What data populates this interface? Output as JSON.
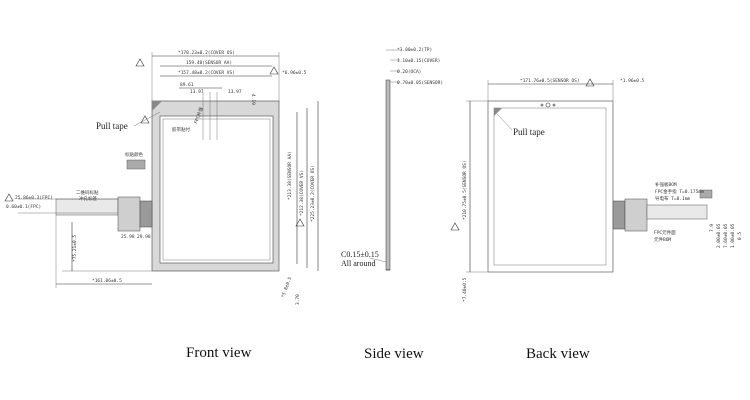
{
  "front": {
    "title": "Front view",
    "pull_tape": "Pull tape",
    "dims": {
      "cover_os_w": "*170.23±0.2(COVER OS)",
      "sensor_aa_w": "159.48(SENSOR AA)",
      "cover_vs_w": "*157.48±0.2(COVER VS)",
      "offset_r": "*6.96±0.5",
      "d1": "89.61",
      "d2": "13.97",
      "d3": "13.97",
      "d4": "4.19",
      "sensor_aa_h": "*213.38(SENSOR AA)",
      "cover_vs_h": "*212.38(COVER VS)",
      "cover_os_h": "*225.23±0.2(COVER OS)",
      "fpc_top": "25.86±0.3(FPC)",
      "fpc_thk": "0.60±0.1(FPC)",
      "fpc_a": "25.98",
      "fpc_b": "29.90",
      "left_v": "*75.21±0.5",
      "bottom_w": "*161.06±0.5",
      "bot_a": "3.70",
      "bot_b": "*5.8±0.5"
    },
    "notes": {
      "n1": "胶带贴付",
      "n2": "FPC补强",
      "n3": "标贴颜色",
      "n4": "丝印颜色",
      "n5": "二维码标贴",
      "n6": "冲孔标签"
    }
  },
  "side": {
    "title": "Side view",
    "chamfer": "C0.15±0.15",
    "chamfer_sub": "All around",
    "dims": {
      "s1": "*3.00±0.2(TP)",
      "s2": "1.10±0.15(COVER)",
      "s3": "0.20(OCA)",
      "s4": "0.70±0.05(SENSOR)"
    }
  },
  "back": {
    "title": "Back view",
    "pull_tape": "Pull tape",
    "dims": {
      "b_w": "*171.76±0.5(SENSOR OS)",
      "b_off": "*1.96±0.5",
      "b_h": "*210.75±0.5(SENSOR OS)",
      "b_lv": "*7.40±0.5",
      "fpc1": "7.9",
      "fpc2": "2.00±0.05",
      "fpc3": "7.60±0.05",
      "fpc4": "1.00±0.05",
      "fpc5": "0.5"
    },
    "notes": {
      "n1": "补强板BOM",
      "n2": "FPC金手指 T=0.175mm",
      "n3": "导电布 T=0.1mm",
      "n4": "FPC元件面",
      "n5": "元件BOM"
    }
  }
}
